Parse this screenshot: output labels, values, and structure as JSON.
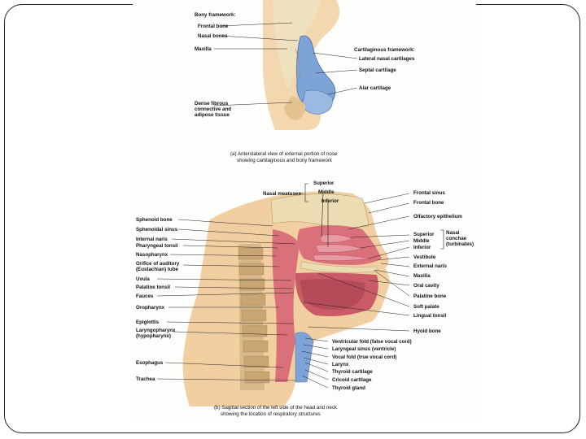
{
  "panel_a": {
    "bony_framework": "Bony framework:",
    "frontal_bone": "Frontal bone",
    "nasal_bones": "Nasal bones",
    "maxilla": "Maxilla",
    "cartilaginous_framework": "Cartilaginous framework:",
    "lateral_nasal_cartilages": "Lateral nasal cartilages",
    "septal_cartilage": "Septal cartilage",
    "alar_cartilage": "Alar cartilage",
    "dense_tissue_1": "Dense fibrous",
    "dense_tissue_2": "connective and",
    "dense_tissue_3": "adipose tissue",
    "caption_1": "(a) Anterolateral view of external portion of nose",
    "caption_2": "showing cartilaginous and bony framework"
  },
  "panel_b": {
    "nasal_meatuses": "Nasal meatuses",
    "superior": "Superior",
    "middle": "Middle",
    "inferior": "Inferior",
    "frontal_sinus": "Frontal sinus",
    "frontal_bone": "Frontal bone",
    "olfactory_epithelium": "Olfactory epithelium",
    "conchae_superior": "Superior",
    "conchae_middle": "Middle",
    "conchae_inferior": "Inferior",
    "nasal_conchae_1": "Nasal",
    "nasal_conchae_2": "conchae",
    "nasal_conchae_3": "(turbinates)",
    "vestibule": "Vestibule",
    "external_naris": "External naris",
    "maxilla": "Maxilla",
    "oral_cavity": "Oral cavity",
    "palatine_bone": "Palatine bone",
    "soft_palate": "Soft palate",
    "lingual_tonsil": "Lingual tonsil",
    "hyoid_bone": "Hyoid bone",
    "ventricular_fold": "Ventricular fold (false vocal cord)",
    "laryngeal_sinus": "Laryngeal sinus (ventricle)",
    "vocal_fold": "Vocal fold (true vocal cord)",
    "larynx": "Larynx",
    "thyroid_cartilage": "Thyroid cartilage",
    "cricoid_cartilage": "Cricoid cartilage",
    "thyroid_gland": "Thyroid gland",
    "sphenoid_bone": "Sphenoid bone",
    "sphenoidal_sinus": "Sphenoidal sinus",
    "internal_naris": "Internal naris",
    "pharyngeal_tonsil": "Pharyngeal tonsil",
    "nasopharynx": "Nasopharynx",
    "orifice_1": "Orifice of auditory",
    "orifice_2": "(Eustachian) tube",
    "uvula": "Uvula",
    "palatine_tonsil": "Palatine tonsil",
    "fauces": "Fauces",
    "oropharynx": "Oropharynx",
    "epiglottis": "Epiglottis",
    "laryngopharynx_1": "Laryngopharynx",
    "laryngopharynx_2": "(hypopharynx)",
    "esophagus": "Esophagus",
    "trachea": "Trachea",
    "caption_1": "(b) Sagittal section of the left side of the head and neck",
    "caption_2": "showing the location of respiratory structures"
  },
  "colors": {
    "skin": "#f2cfa0",
    "cartilage": "#7ea3d6",
    "mucosa": "#d9707a",
    "bone": "#ecdcb4",
    "vertebra": "#d8b98a"
  }
}
